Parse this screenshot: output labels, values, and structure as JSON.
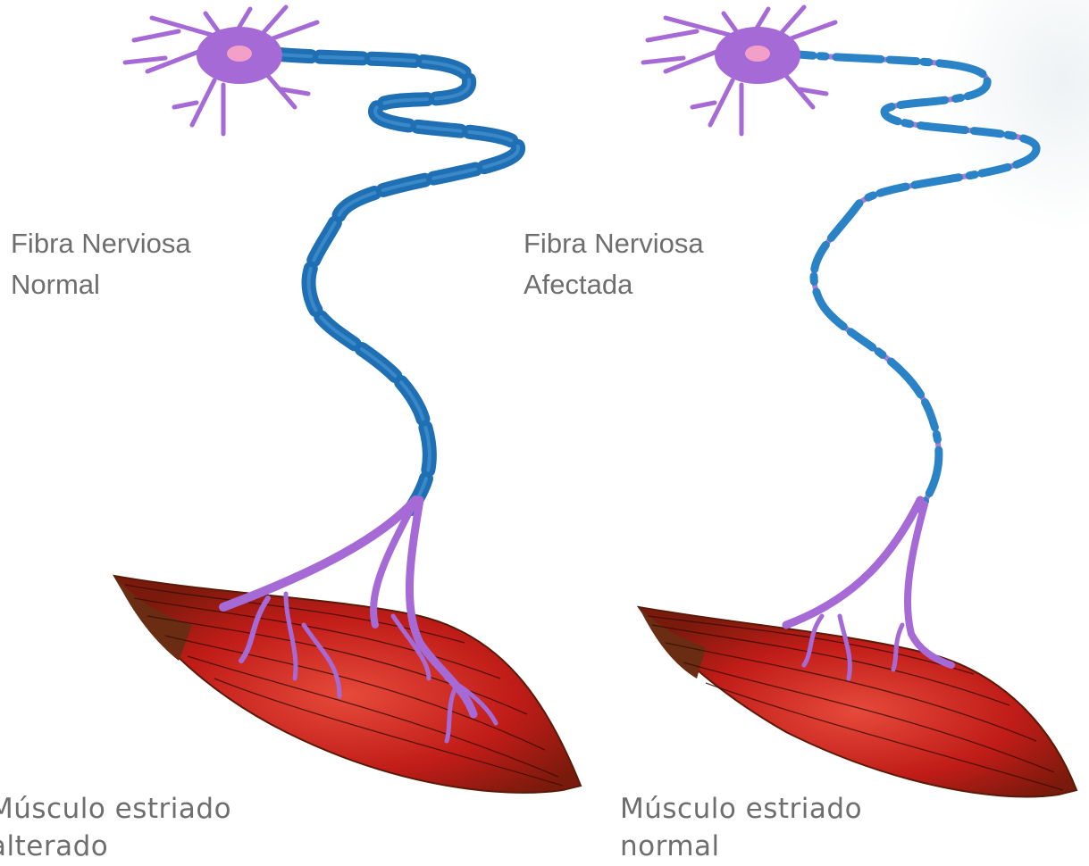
{
  "labels": {
    "left_fiber": "Fibra Nerviosa\nNormal",
    "right_fiber": "Fibra Nerviosa\nAfectada",
    "left_muscle": "Músculo estriado\nalterado",
    "right_muscle": "Músculo estriado\nnormal"
  },
  "colors": {
    "neuron": "#a66ad6",
    "myelin": "#1e6fb4",
    "myelin_light": "#3a8fd0",
    "muscle": "#c8201e",
    "muscle_dark": "#7a2a10",
    "label": "#6e6e6e"
  }
}
